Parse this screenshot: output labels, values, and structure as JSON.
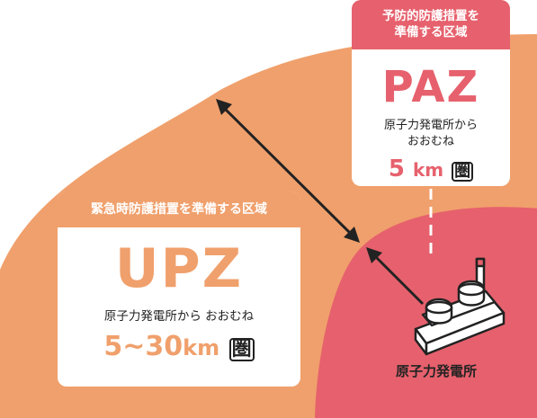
{
  "colors": {
    "upz_zone": "#f0a06c",
    "paz_zone": "#e6616d",
    "card_bg": "#ffffff",
    "arrow": "#222222",
    "plant": "#ffffff"
  },
  "paz": {
    "header": [
      "予防的防護措置を",
      "準備する区域"
    ],
    "title": "PAZ",
    "description": [
      "原子力発電所から",
      "おおむね"
    ],
    "range_number": "5",
    "range_unit": "km",
    "range_suffix": "圏"
  },
  "upz": {
    "header": "緊急時防護措置を準備する区域",
    "title": "UPZ",
    "description": "原子力発電所から おおむね",
    "range_number": "5~30",
    "range_unit": "km",
    "range_suffix": "圏"
  },
  "plant": {
    "label": "原子力発電所",
    "icon": "nuclear-plant-icon"
  }
}
